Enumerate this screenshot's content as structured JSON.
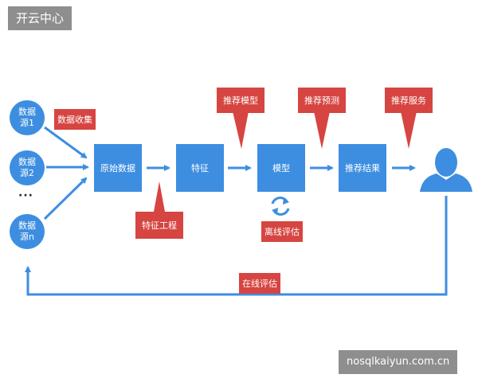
{
  "watermarks": {
    "top": "开云中心",
    "bottom": "nosqlkaiyun.com.cn"
  },
  "sources": [
    {
      "line1": "数据",
      "line2": "源1"
    },
    {
      "line1": "数据",
      "line2": "源2"
    },
    {
      "line1": "数据",
      "line2": "源n"
    }
  ],
  "ellipsis": "···",
  "boxes": {
    "raw_data": "原始数据",
    "feature": "特征",
    "model": "模型",
    "result": "推荐结果"
  },
  "callouts": {
    "data_collection": "数据收集",
    "feature_engineering": "特征工程",
    "rec_model": "推荐模型",
    "rec_predict": "推荐预测",
    "rec_service": "推荐服务",
    "offline_eval": "离线评估",
    "online_eval": "在线评估"
  },
  "colors": {
    "box": "#3d8ee0",
    "callout": "#d64541",
    "watermark": "#8e8e8e"
  }
}
